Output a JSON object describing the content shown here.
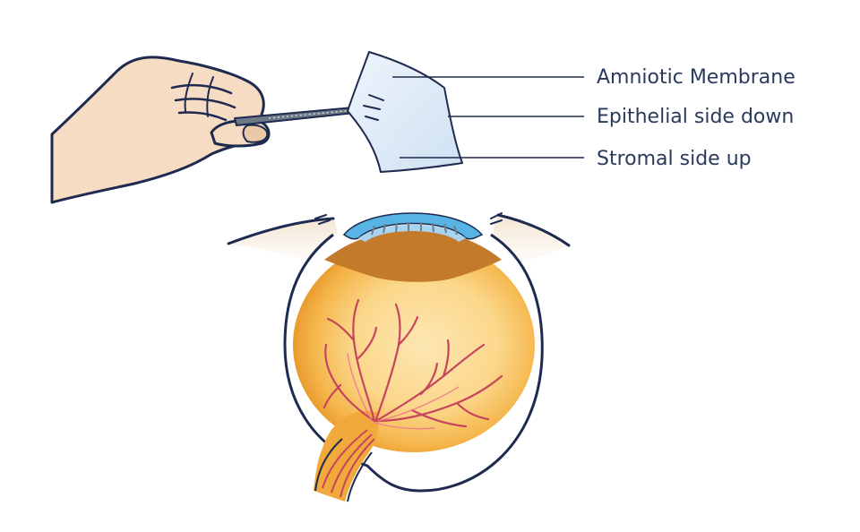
{
  "labels": {
    "amniotic_membrane": "Amniotic Membrane",
    "epithelial_side": "Epithelial side down",
    "stromal_side": "Stromal side up"
  },
  "colors": {
    "outline": "#1e2a4f",
    "label_text": "#2a3a5c",
    "skin": "#f7dcc4",
    "membrane": "#dce9f5",
    "eye_orange": "#f2a93b",
    "eye_inner": "#fbd78a",
    "vessels": "#c7445e",
    "lens": "#58b4e5"
  },
  "icons": [
    "hand-icon",
    "forceps-icon",
    "amniotic-membrane-icon",
    "eye-cross-section-icon"
  ]
}
